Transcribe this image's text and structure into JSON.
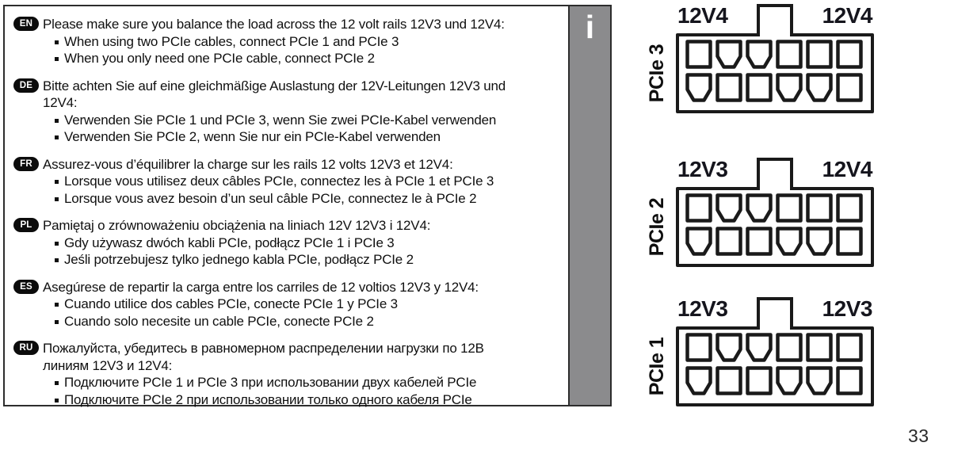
{
  "page": {
    "number": "33"
  },
  "info_panel": {
    "icon": "i",
    "sections": [
      {
        "code": "EN",
        "heading": "Please make sure you balance the load across the 12 volt rails 12V3 und 12V4:",
        "bullets": [
          "When using two PCIe cables, connect PCIe 1 and PCIe 3",
          "When you only need one PCIe cable, connect PCIe 2"
        ]
      },
      {
        "code": "DE",
        "heading": "Bitte achten Sie auf eine gleichmäßige Auslastung der 12V-Leitungen 12V3 und 12V4:",
        "bullets": [
          "Verwenden Sie PCIe 1 und PCIe 3, wenn Sie zwei PCIe-Kabel verwenden",
          "Verwenden Sie PCIe 2, wenn Sie nur ein PCIe-Kabel verwenden"
        ]
      },
      {
        "code": "FR",
        "heading": "Assurez-vous d’équilibrer la charge sur les rails 12 volts 12V3 et 12V4:",
        "bullets": [
          "Lorsque vous utilisez deux câbles PCIe, connectez les à PCIe 1 et PCIe 3",
          "Lorsque vous avez besoin d’un seul câble PCIe, connectez le à PCIe 2"
        ]
      },
      {
        "code": "PL",
        "heading": "Pamiętaj o zrównoważeniu obciążenia na liniach 12V 12V3 i 12V4:",
        "bullets": [
          "Gdy używasz dwóch kabli PCIe, podłącz PCIe 1 i PCIe 3",
          "Jeśli potrzebujesz tylko jednego kabla PCIe, podłącz PCIe 2"
        ]
      },
      {
        "code": "ES",
        "heading": "Asegúrese de repartir la carga entre los carriles de 12 voltios 12V3 y 12V4:",
        "bullets": [
          "Cuando utilice dos cables PCIe, conecte PCIe 1 y PCIe 3",
          "Cuando solo necesite un cable PCIe, conecte PCIe 2"
        ]
      },
      {
        "code": "RU",
        "heading": "Пожалуйста, убедитесь в равномерном распределении нагрузки по 12В линиям 12V3 и 12V4:",
        "bullets": [
          "Подключите PCIe 1 и PCIe 3 при использовании двух кабелей PCIe",
          "Подключите PCIe 2 при использовании только одного кабеля PCIe"
        ]
      }
    ]
  },
  "connectors": [
    {
      "name": "PCIe 3",
      "rail_left": "12V4",
      "rail_right": "12V4"
    },
    {
      "name": "PCIe 2",
      "rail_left": "12V3",
      "rail_right": "12V4"
    },
    {
      "name": "PCIe 1",
      "rail_left": "12V3",
      "rail_right": "12V3"
    }
  ],
  "colors": {
    "line": "#1a1a1a",
    "info_bar": "#8b8b8d",
    "text": "#101010"
  }
}
